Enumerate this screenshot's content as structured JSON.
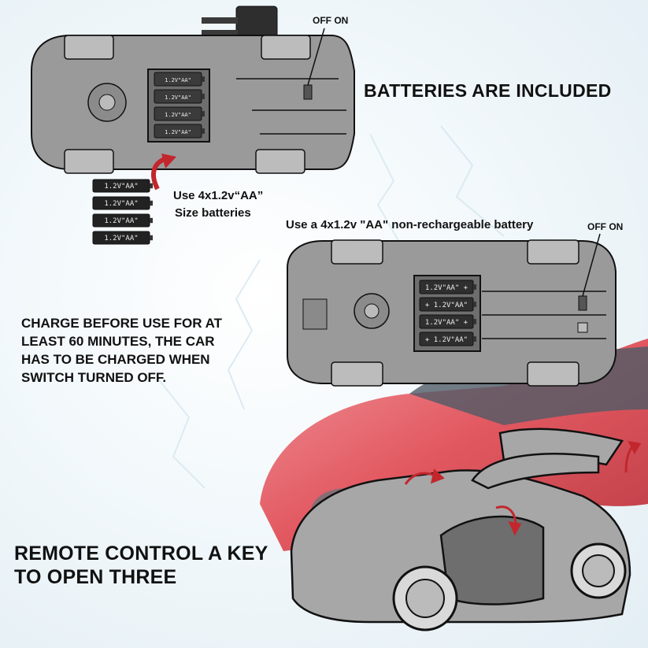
{
  "top_diagram": {
    "switch_label": "OFF ON",
    "battery_labels": [
      "1.2V\"AA\"",
      "1.2V\"AA\"",
      "1.2V\"AA\"",
      "1.2V\"AA\""
    ]
  },
  "headline": "BATTERIES ARE INCLUDED",
  "loose_batteries": {
    "labels": [
      "1.2V\"AA\"",
      "1.2V\"AA\"",
      "1.2V\"AA\"",
      "1.2V\"AA\""
    ],
    "note_line1": "Use 4x1.2v“AA”",
    "note_line2": "Size batteries"
  },
  "middle_diagram": {
    "note": "Use a 4x1.2v \"AA\" non-rechargeable battery",
    "switch_label": "OFF ON",
    "battery_labels": [
      "1.2V\"AA\" +",
      "+ 1.2V\"AA\"",
      "1.2V\"AA\" +",
      "+ 1.2V\"AA\""
    ]
  },
  "charge_note": "CHARGE BEFORE USE FOR AT\nLEAST 60 MINUTES, THE CAR\nHAS TO BE CHARGED WHEN\nSWITCH TURNED OFF.",
  "remote_note": "REMOTE CONTROL A KEY\nTO OPEN THREE",
  "colors": {
    "chassis": "#9a9a9a",
    "chassis_dark": "#6e6e6e",
    "car_red": "#d8343f",
    "arrow_red": "#c2272d",
    "outline": "#111111"
  }
}
